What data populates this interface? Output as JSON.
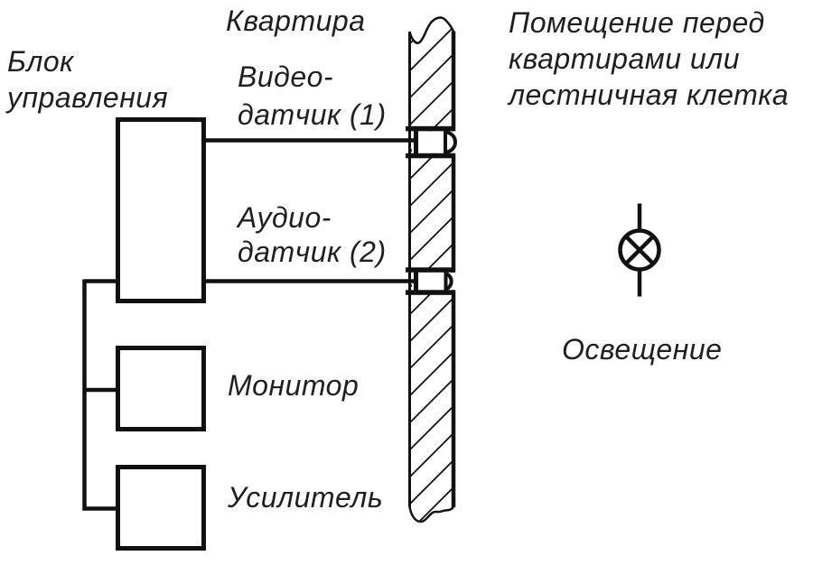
{
  "diagram": {
    "title_context": "intercom wiring scheme",
    "labels": {
      "apartment": "Квартира",
      "control_line1": "Блок",
      "control_line2": "управления",
      "video_line1": "Видео-",
      "video_line2": "датчик (1)",
      "audio_line1": "Аудио-",
      "audio_line2": "датчик (2)",
      "monitor": "Монитор",
      "amplifier": "Усилитель",
      "hall_line1": "Помещение перед",
      "hall_line2": "квартирами или",
      "hall_line3": "лестничная клетка",
      "lighting": "Освещение"
    },
    "colors": {
      "line": "#111111",
      "text": "#1f1f1f",
      "background": "#ffffff"
    },
    "icons": [
      "lamp-icon",
      "wall-section",
      "sensor-feedthrough"
    ]
  }
}
